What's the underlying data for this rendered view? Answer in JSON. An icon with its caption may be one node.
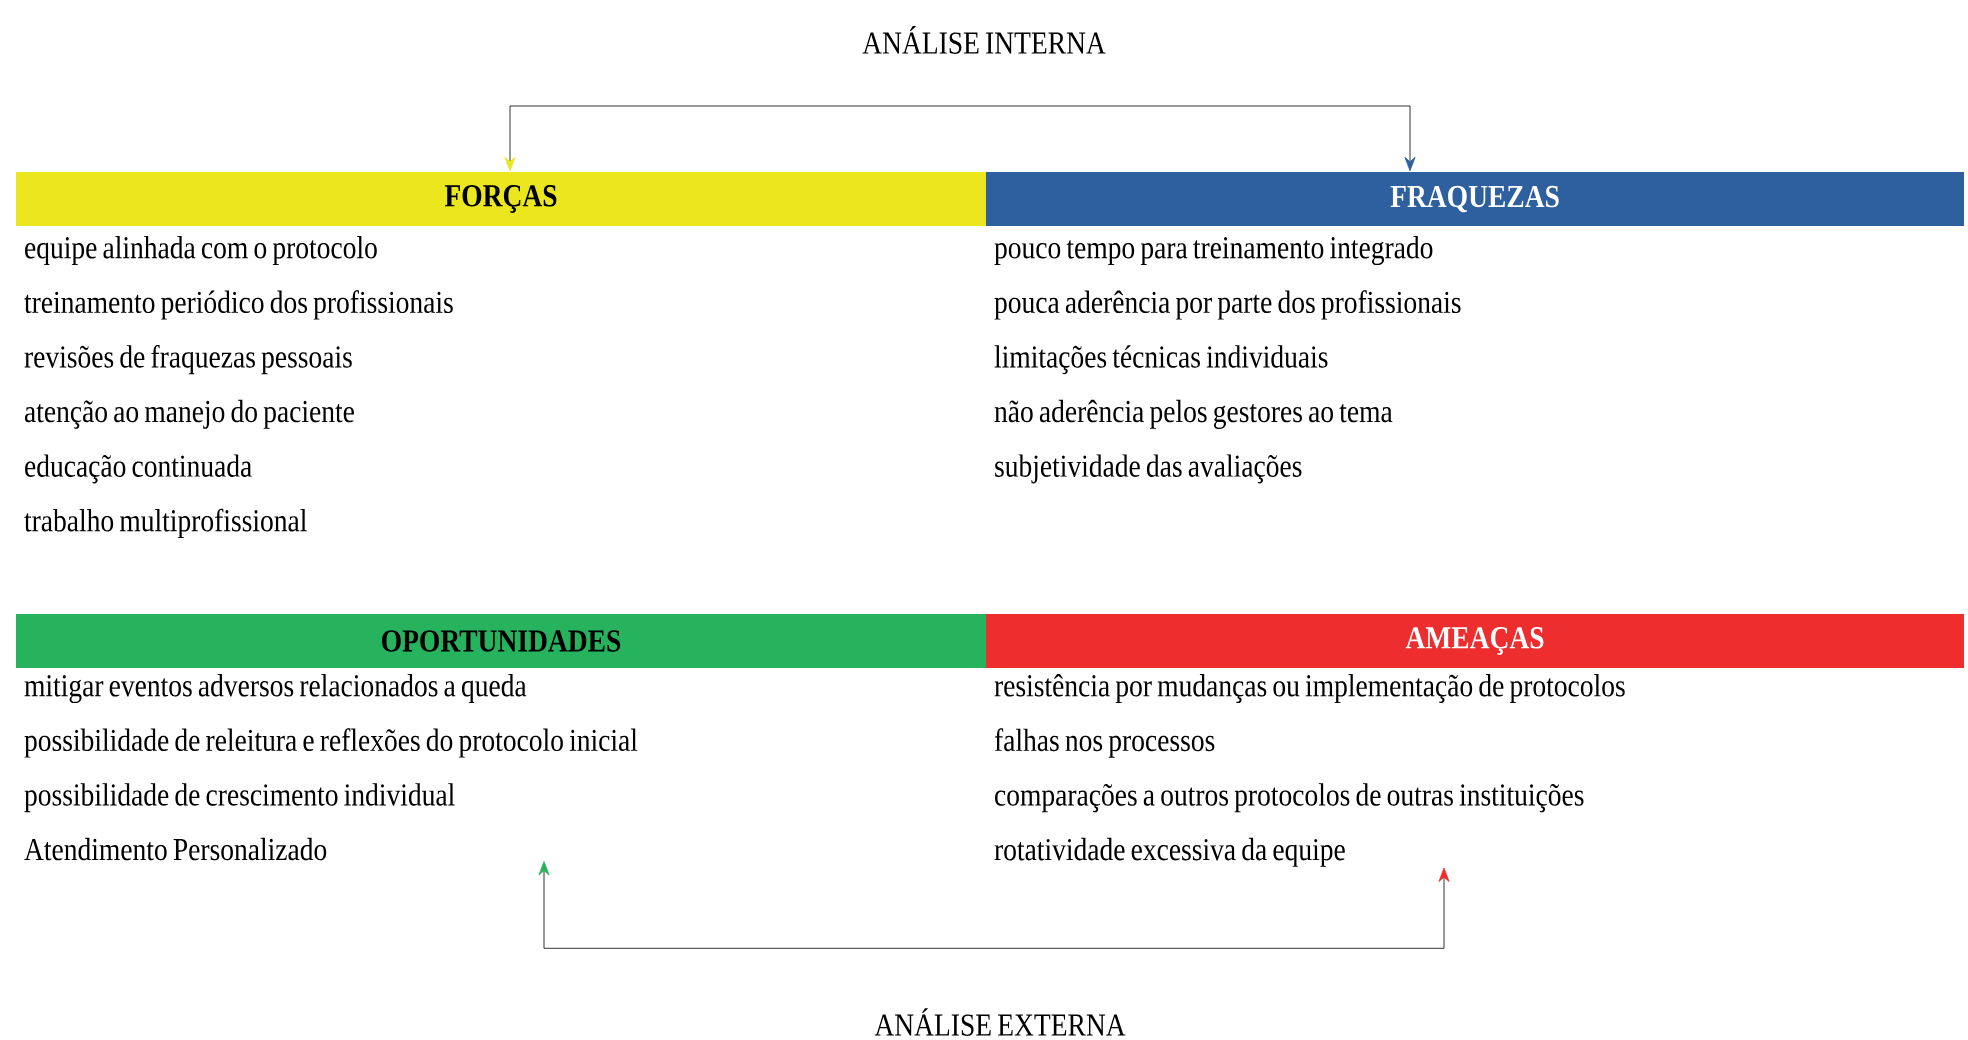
{
  "diagram": {
    "nodes": [
      {
        "text": [
          "FORÇAS"
        ]
      },
      {
        "text": [
          "FRAQUEZAS"
        ]
      },
      {
        "text": [
          "equipe alinhada com o protocolo",
          "treinamento periódico dos profissionais",
          "revisões de fraquezas pessoais",
          "atenção ao manejo do paciente",
          "educação continuada",
          "trabalho multiprofissional"
        ]
      },
      {
        "text": [
          "pouco tempo para treinamento integrado",
          "pouca aderência por parte dos profissionais",
          "limitações técnicas individuais",
          "não aderência pelos gestores ao tema",
          "subjetividade das avaliações"
        ]
      },
      {
        "text": [
          "OPORTUNIDADES"
        ]
      },
      {
        "text": [
          "AMEAÇAS"
        ]
      },
      {
        "text": [
          "mitigar eventos adversos relacionados a queda",
          "possibilidade de releitura e reflexões do protocolo inicial",
          "possibilidade de crescimento individual",
          "Atendimento Personalizado"
        ]
      },
      {
        "text": [
          "resistência por mudanças ou implementação de protocolos",
          "falhas nos processos",
          "comparações a outros protocolos de outras instituições",
          "rotatividade excessiva da equipe"
        ]
      }
    ],
    "edges": [
      {
        "from": 0,
        "to": 1,
        "arrow": "both"
      },
      {
        "from": 6,
        "to": 7,
        "arrow": "both"
      }
    ],
    "labels": [
      "ANÁLISE INTERNA",
      "ANÁLISE EXTERNA"
    ]
  }
}
